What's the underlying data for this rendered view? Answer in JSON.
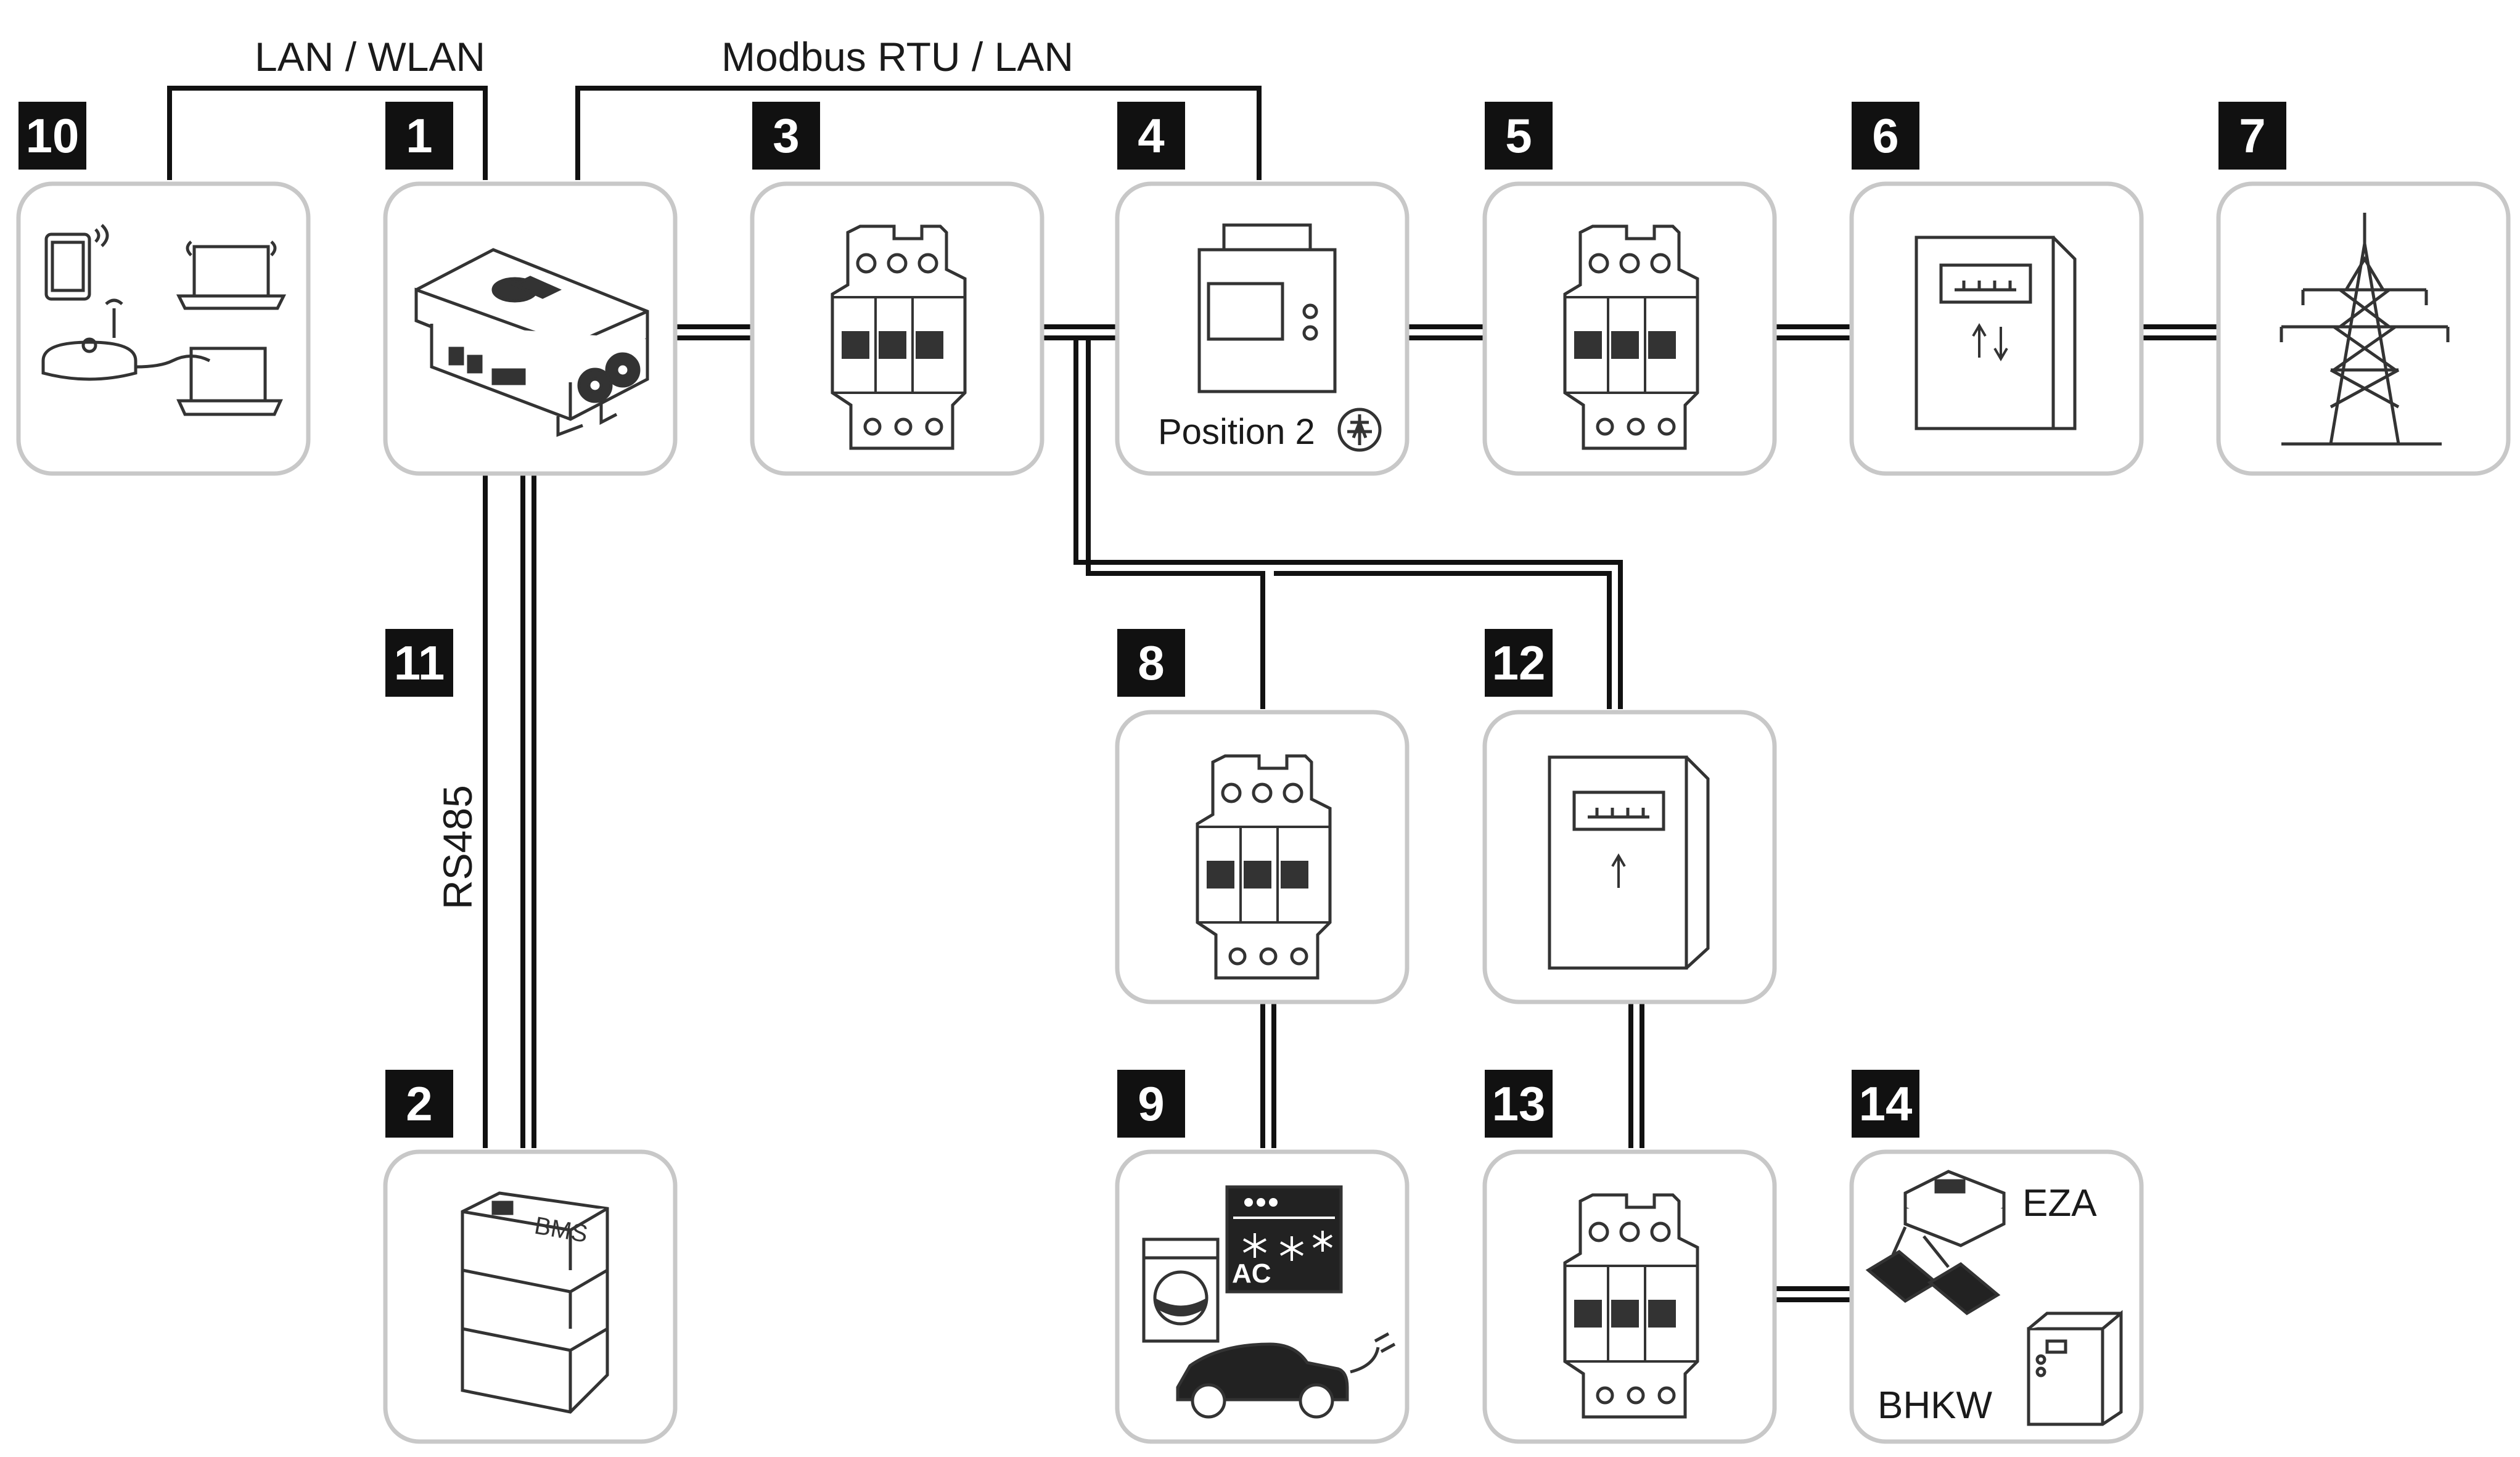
{
  "labels": {
    "lan_wlan": "LAN / WLAN",
    "modbus": "Modbus RTU / LAN",
    "rs485": "RS485",
    "position": "Position 2",
    "eza": "EZA",
    "bhkw": "BHKW",
    "ac": "AC"
  },
  "badges": {
    "b1": "1",
    "b2": "2",
    "b3": "3",
    "b4": "4",
    "b5": "5",
    "b6": "6",
    "b7": "7",
    "b8": "8",
    "b9": "9",
    "b10": "10",
    "b11": "11",
    "b12": "12",
    "b13": "13",
    "b14": "14"
  },
  "colors": {
    "line": "#111111",
    "box_border": "#c8c8c8",
    "badge": "#111111",
    "icon": "#333333"
  }
}
